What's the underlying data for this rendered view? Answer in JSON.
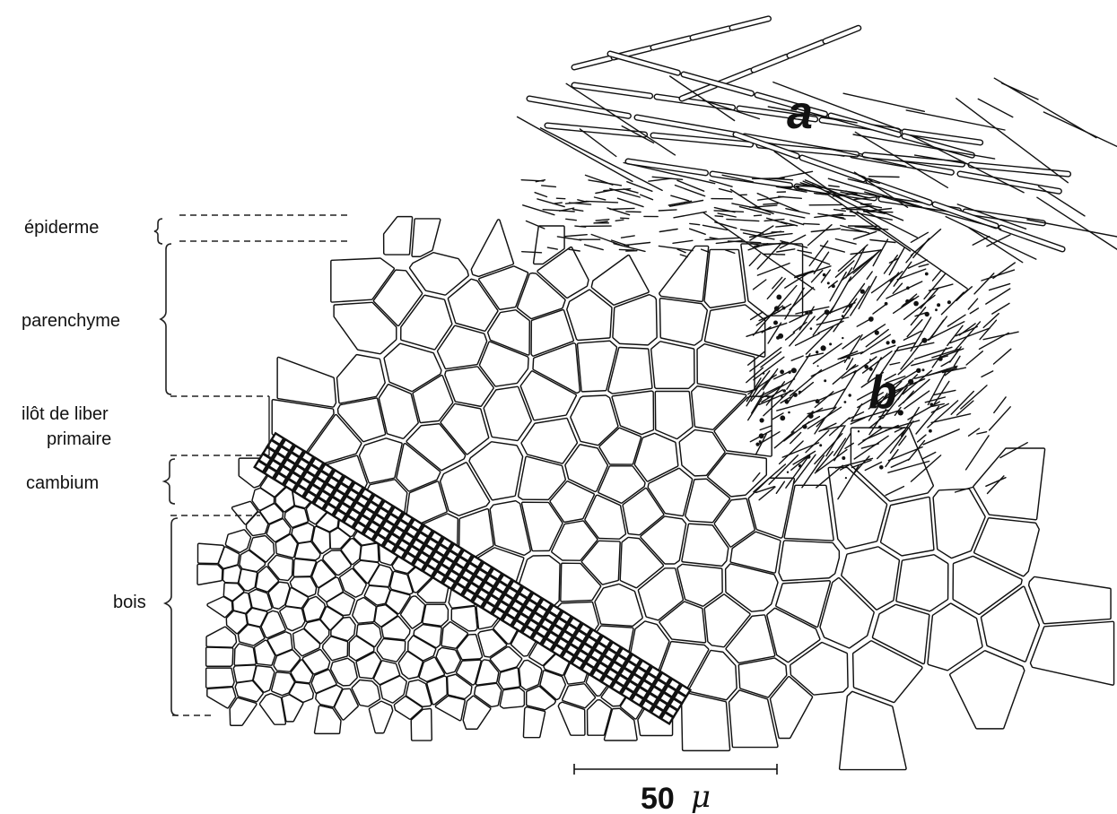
{
  "labels": {
    "epiderme": "épiderme",
    "parenchyme": "parenchyme",
    "ilot_line1": "ilôt de liber",
    "ilot_line2": "primaire",
    "cambium": "cambium",
    "bois": "bois",
    "a": "a",
    "b": "b"
  },
  "scale_bar": {
    "value": "50",
    "unit": "μ"
  }
}
